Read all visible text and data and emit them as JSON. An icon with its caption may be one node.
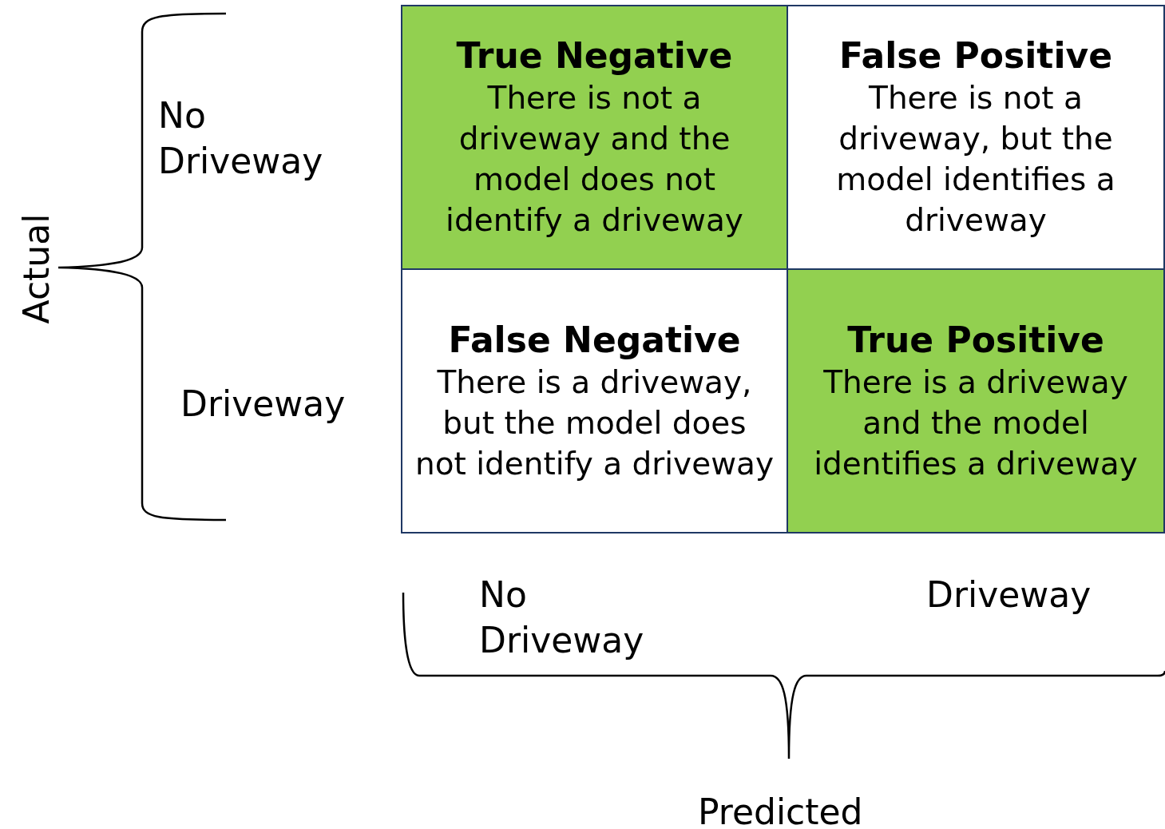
{
  "diagram": {
    "nodes": [
      {
        "text": [
          "True Negative",
          "There is not a driveway and the model does not identify a driveway"
        ]
      },
      {
        "text": [
          "False Positive",
          "There is not a driveway, but the model identifies a driveway"
        ]
      },
      {
        "text": [
          "False Negative",
          "There is a driveway, but the model does not identify a driveway"
        ]
      },
      {
        "text": [
          "True Positive",
          "There is a driveway and the model identifies a driveway"
        ]
      }
    ],
    "labels": [
      "No Driveway",
      "Actual",
      "Driveway",
      "No Driveway",
      "Driveway",
      "Predicted"
    ]
  }
}
